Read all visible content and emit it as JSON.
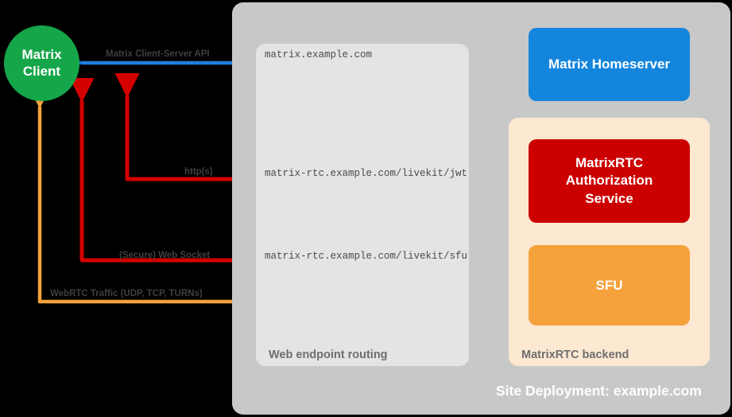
{
  "diagram": {
    "title": "Site Deployment: example.com",
    "nodes": {
      "client": "Matrix\nClient",
      "client_line1": "Matrix",
      "client_line2": "Client",
      "homeserver": "Matrix Homeserver",
      "auth_line1": "MatrixRTC",
      "auth_line2": "Authorization",
      "auth_line3": "Service",
      "sfu": "SFU"
    },
    "panels": {
      "web_routing": "Web endpoint routing",
      "matrixrtc_backend": "MatrixRTC backend"
    },
    "edges": [
      {
        "id": "client-server-api",
        "label": "Matrix Client-Server API",
        "url": "matrix.example.com",
        "color": "#1F7FE0",
        "direction": "bidirectional",
        "from": "Matrix Client",
        "to": "Matrix Homeserver"
      },
      {
        "id": "https-jwt",
        "label": "http(s)",
        "url": "matrix-rtc.example.com/livekit/jwt",
        "color": "#D40000",
        "direction": "bidirectional",
        "from": "Matrix Client",
        "to": "MatrixRTC Authorization Service"
      },
      {
        "id": "secure-websocket",
        "label": "(Secure) Web Socket",
        "url": "matrix-rtc.example.com/livekit/sfu",
        "color": "#D40000",
        "direction": "bidirectional",
        "from": "Matrix Client",
        "to": "SFU"
      },
      {
        "id": "webrtc-traffic",
        "label": "WebRTC Traffic (UDP, TCP, TURNs)",
        "url": "",
        "color": "#F5A23C",
        "direction": "bidirectional",
        "from": "Matrix Client",
        "to": "SFU"
      }
    ],
    "colors": {
      "client": "#16A64A",
      "homeserver": "#1485DD",
      "auth_service": "#CC0000",
      "sfu": "#F5A23C",
      "outer_panel": "#C8C8C8",
      "web_panel": "#E4E4E4",
      "backend_panel": "#FDE8D2",
      "background": "#000000"
    }
  }
}
